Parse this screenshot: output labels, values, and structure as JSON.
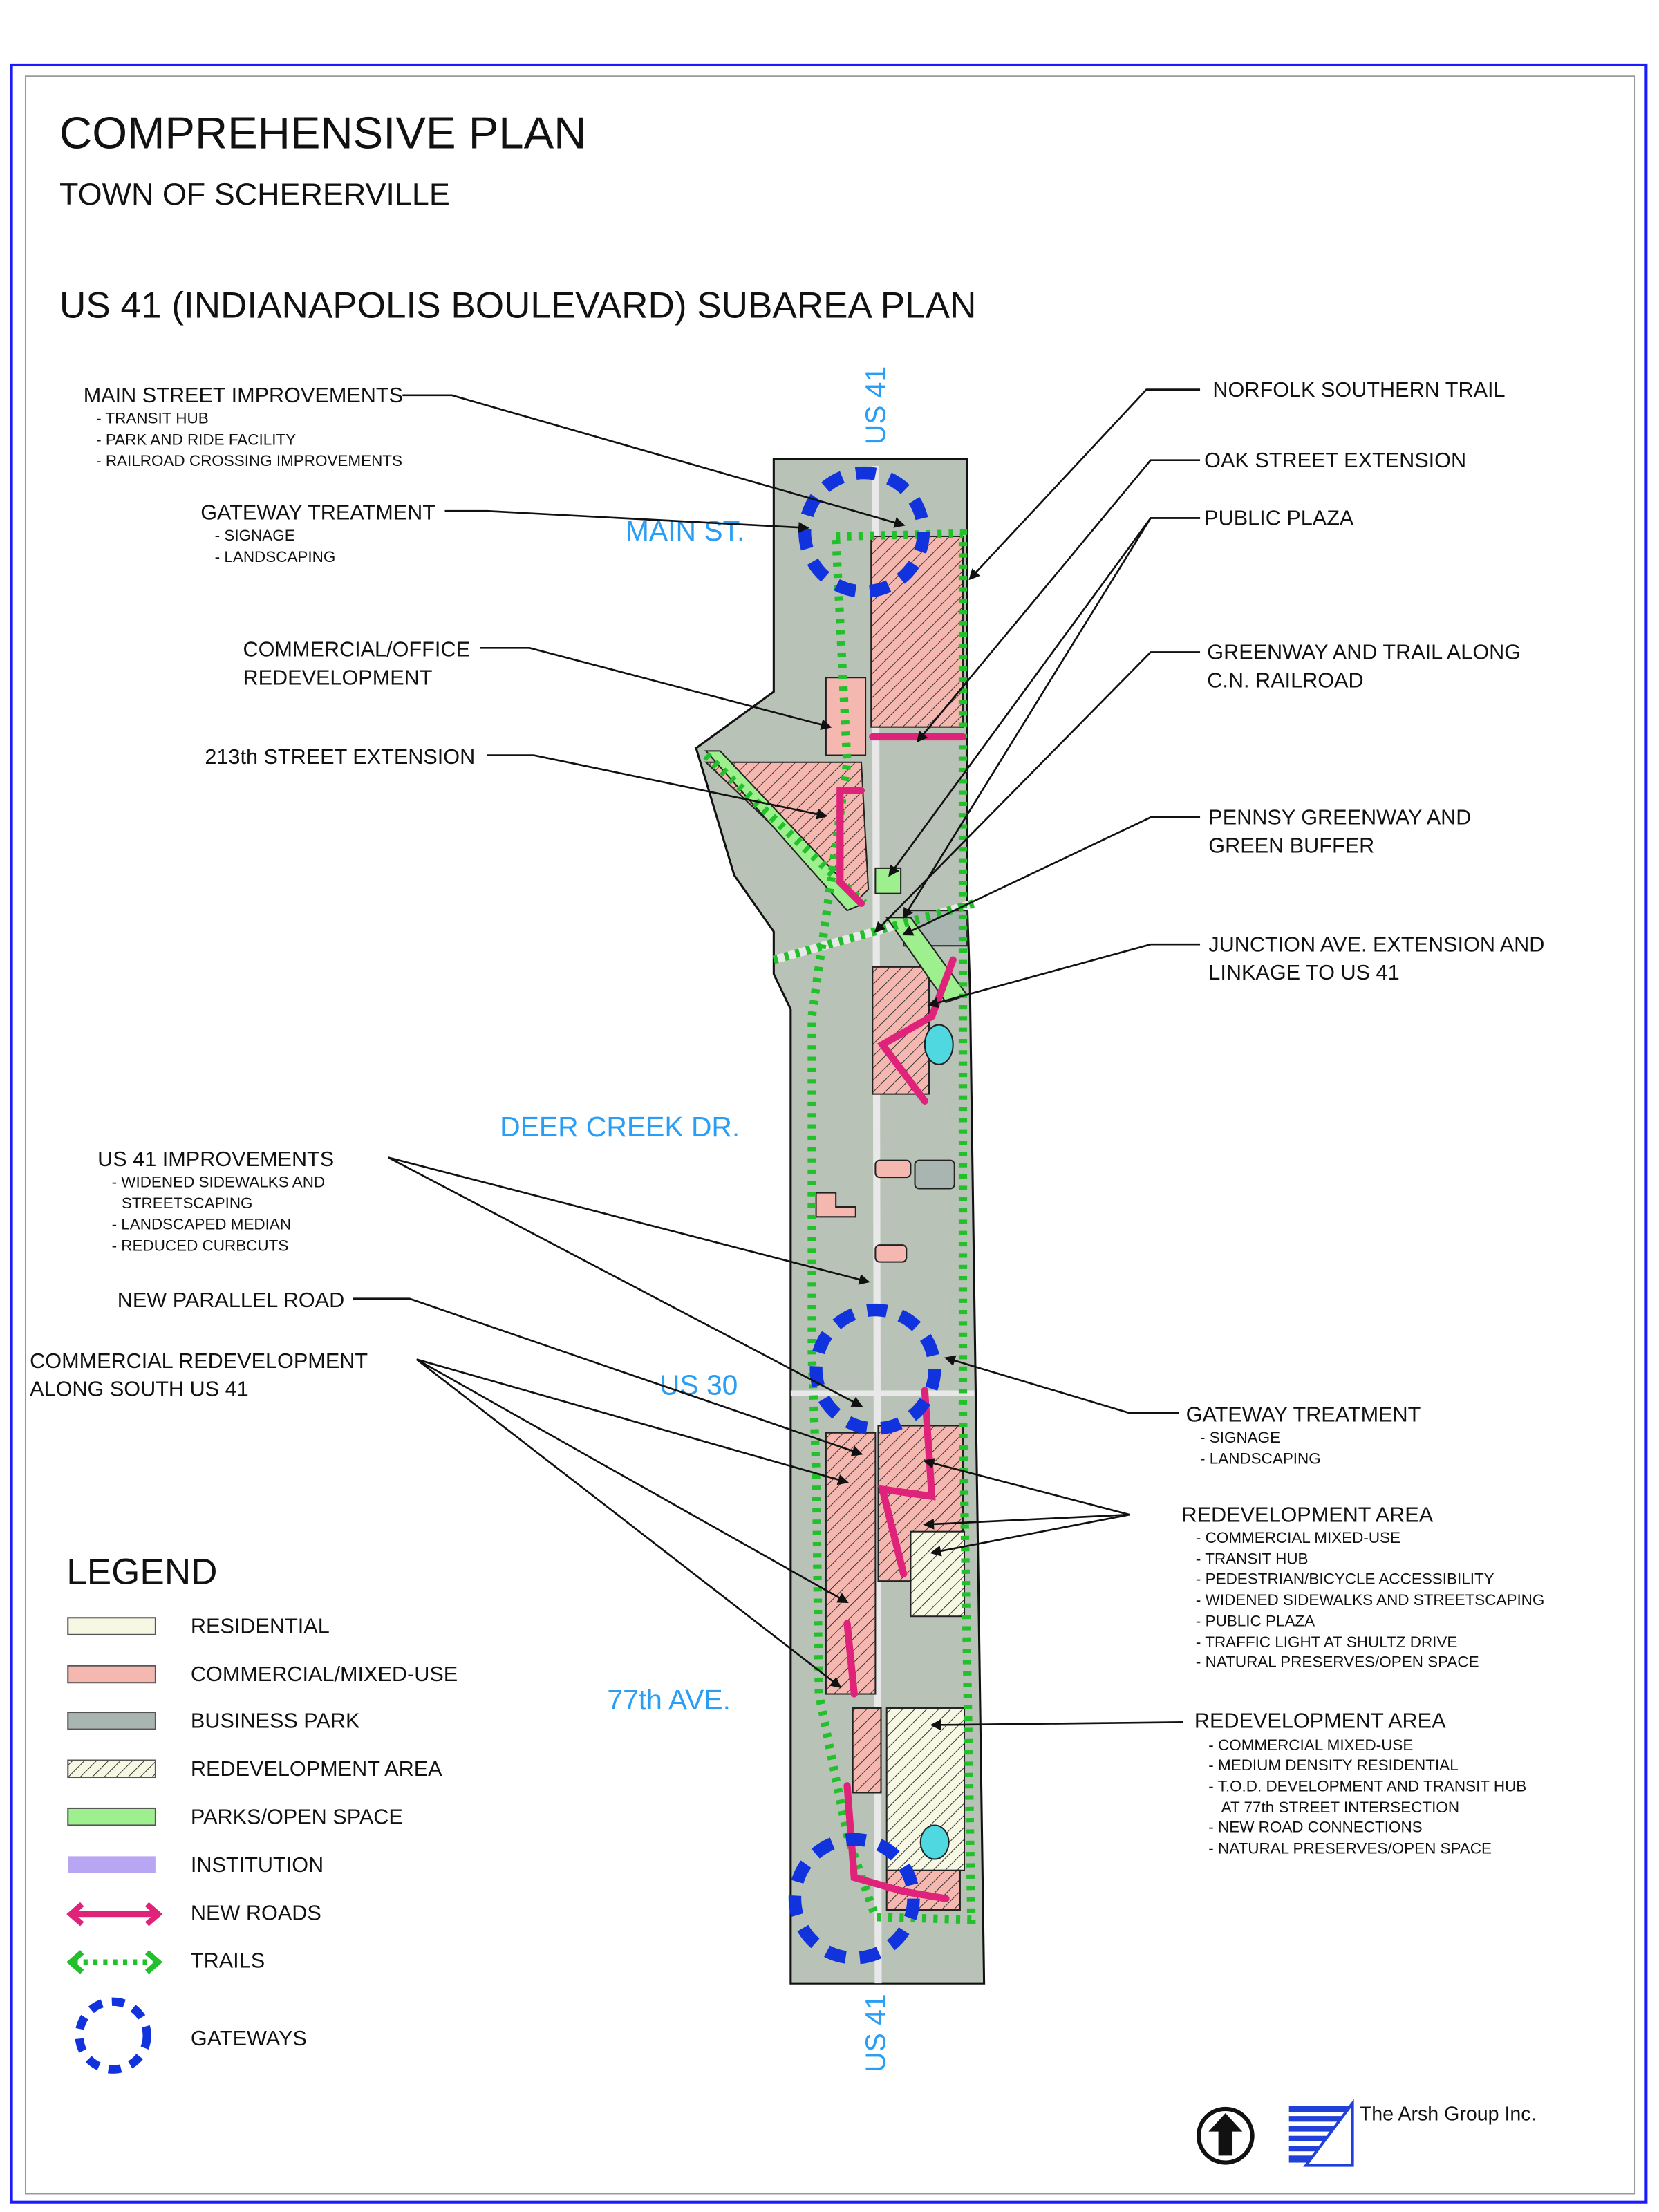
{
  "header": {
    "title": "COMPREHENSIVE PLAN",
    "subtitle": "TOWN OF SCHERERVILLE",
    "plan_title": "US 41 (INDIANAPOLIS BOULEVARD) SUBAREA PLAN"
  },
  "map_labels": {
    "us41_top": "US 41",
    "main_st": "MAIN ST.",
    "deer_creek": "DEER CREEK DR.",
    "us30": "US 30",
    "ave77": "77th AVE.",
    "us41_bottom": "US 41"
  },
  "left_callouts": {
    "main_street": {
      "title": "MAIN STREET IMPROVEMENTS",
      "items": [
        "- TRANSIT HUB",
        "- PARK AND RIDE FACILITY",
        "- RAILROAD CROSSING IMPROVEMENTS"
      ]
    },
    "gateway": {
      "title": "GATEWAY TREATMENT",
      "items": [
        "- SIGNAGE",
        "- LANDSCAPING"
      ]
    },
    "commercial_office": {
      "line1": "COMMERCIAL/OFFICE",
      "line2": "REDEVELOPMENT"
    },
    "street_213": "213th STREET EXTENSION",
    "us41_improvements": {
      "title": "US 41 IMPROVEMENTS",
      "items": [
        "- WIDENED SIDEWALKS AND",
        "STREETSCAPING",
        "- LANDSCAPED MEDIAN",
        "- REDUCED CURBCUTS"
      ]
    },
    "parallel_road": "NEW PARALLEL ROAD",
    "commercial_south": {
      "line1": "COMMERCIAL REDEVELOPMENT",
      "line2": "ALONG SOUTH US 41"
    }
  },
  "right_callouts": {
    "norfolk": "NORFOLK SOUTHERN TRAIL",
    "oak_street": "OAK STREET EXTENSION",
    "public_plaza": "PUBLIC PLAZA",
    "greenway_cn": {
      "line1": "GREENWAY AND TRAIL ALONG",
      "line2": "C.N. RAILROAD"
    },
    "pennsy": {
      "line1": "PENNSY GREENWAY AND",
      "line2": "GREEN BUFFER"
    },
    "junction": {
      "line1": "JUNCTION AVE. EXTENSION AND",
      "line2": "LINKAGE TO US 41"
    },
    "gateway": {
      "title": "GATEWAY TREATMENT",
      "items": [
        "- SIGNAGE",
        "- LANDSCAPING"
      ]
    },
    "redev1": {
      "title": "REDEVELOPMENT AREA",
      "items": [
        "- COMMERCIAL MIXED-USE",
        "- TRANSIT HUB",
        "- PEDESTRIAN/BICYCLE ACCESSIBILITY",
        "- WIDENED SIDEWALKS AND STREETSCAPING",
        "- PUBLIC PLAZA",
        "- TRAFFIC LIGHT AT SHULTZ DRIVE",
        "- NATURAL PRESERVES/OPEN SPACE"
      ]
    },
    "redev2": {
      "title": "REDEVELOPMENT AREA",
      "items": [
        "- COMMERCIAL MIXED-USE",
        "- MEDIUM DENSITY RESIDENTIAL",
        "- T.O.D. DEVELOPMENT AND TRANSIT HUB",
        "AT 77th STREET INTERSECTION",
        "- NEW ROAD CONNECTIONS",
        "- NATURAL PRESERVES/OPEN SPACE"
      ]
    }
  },
  "legend": {
    "title": "LEGEND",
    "items": [
      "RESIDENTIAL",
      "COMMERCIAL/MIXED-USE",
      "BUSINESS PARK",
      "REDEVELOPMENT AREA",
      "PARKS/OPEN SPACE",
      "INSTITUTION",
      "NEW ROADS",
      "TRAILS",
      "GATEWAYS"
    ]
  },
  "colors": {
    "residential": "#f6f8e4",
    "commercial": "#f5b8b0",
    "business_park": "#a9b5b0",
    "parks": "#9ef08f",
    "institution": "#b9a6f2",
    "new_roads": "#e0237a",
    "trails": "#22c02a",
    "gateways": "#1133dd",
    "map_label": "#2a9df4"
  },
  "footer": {
    "company": "The Arsh Group Inc."
  }
}
